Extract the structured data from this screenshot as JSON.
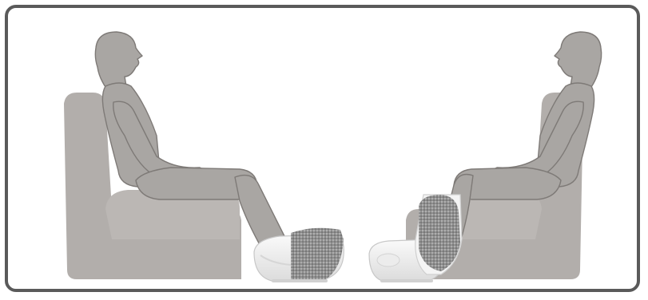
{
  "figure": {
    "panels": [
      {
        "id": "left",
        "pose": "seated-leaning-back",
        "device": "foot-massager-closed"
      },
      {
        "id": "right",
        "pose": "seated-leaning-back",
        "device": "foot-massager-open"
      }
    ],
    "colors": {
      "frame": "#5a5a5a",
      "chair": "#b2aeab",
      "person_fill": "#a9a6a3",
      "person_outline": "#7e7a77",
      "device_shell": "#f1f1f1",
      "device_texture": "#9a9a9a",
      "background": "#ffffff"
    }
  }
}
